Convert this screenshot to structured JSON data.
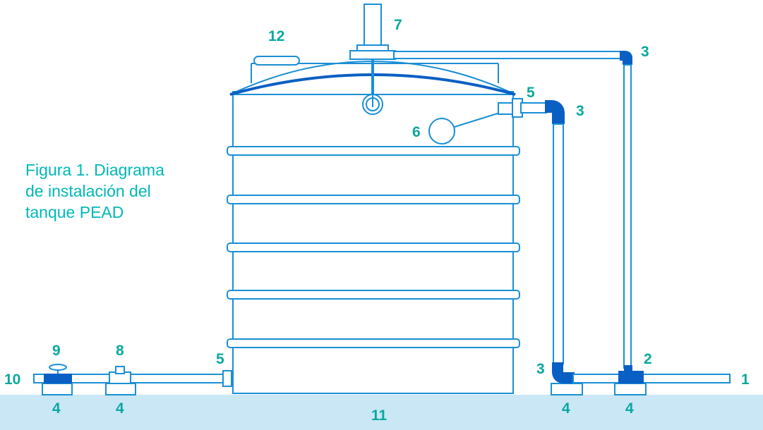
{
  "caption": {
    "line1": "Figura 1. Diagrama",
    "line2": "de instalación del",
    "line3": "tanque PEAD"
  },
  "labels": {
    "n1": "1",
    "n2": "2",
    "n3a": "3",
    "n3b": "3",
    "n3c": "3",
    "n4a": "4",
    "n4b": "4",
    "n4c": "4",
    "n4d": "4",
    "n5a": "5",
    "n5b": "5",
    "n6": "6",
    "n7": "7",
    "n8": "8",
    "n9": "9",
    "n10": "10",
    "n11": "11",
    "n12": "12"
  },
  "colors": {
    "outline": "#1a8fd6",
    "fitting": "#0a5fc4",
    "ground": "#c9e7f5",
    "label": "#0aa7a0",
    "caption": "#00b8b8"
  }
}
